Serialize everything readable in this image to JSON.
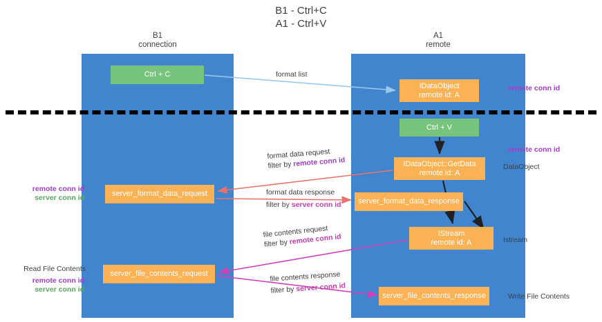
{
  "title": "B1 - Ctrl+C\nA1 - Ctrl+V",
  "columns": {
    "left": {
      "header": "B1\nconnection"
    },
    "right": {
      "header": "A1\nremote"
    }
  },
  "boxes": {
    "ctrl_c": "Ctrl + C",
    "idataobject": "IDataObject\nremote id: A",
    "ctrl_v": "Ctrl + V",
    "getdata": "IDataObject::GetData\nremote id: A",
    "server_format_data_request": "server_format_data_request",
    "server_format_data_response": "server_format_data_response",
    "istream": "IStream\nremote id: A",
    "server_file_contents_request": "server_file_contents_request",
    "server_file_contents_response": "server_file_contents_response"
  },
  "right_labels": {
    "remote_conn_id_top": "remote conn id",
    "remote_conn_id_mid": "remote conn id",
    "dataobject": "DataObject",
    "istream": "Istream",
    "write_file_contents": "Write File Contents"
  },
  "left_labels": {
    "remote_conn_id": "remote conn id",
    "server_conn_id": "server conn id",
    "read_file_contents": "Read File Contents",
    "remote_conn_id_2": "remote conn id",
    "server_conn_id_2": "server conn id"
  },
  "flows": {
    "format_list": "format list",
    "format_data_request": "format data request",
    "format_data_request_filter_prefix": "filter by ",
    "format_data_request_filter_key": "remote conn id",
    "format_data_response": "format data response",
    "format_data_response_filter_prefix": "filter by ",
    "format_data_response_filter_key": "server conn id",
    "file_contents_request": "file contents request",
    "file_contents_request_filter_prefix": "filter by ",
    "file_contents_request_filter_key": "remote conn id",
    "file_contents_response": "file contents response",
    "file_contents_response_filter_prefix": "filter by ",
    "file_contents_response_filter_key": "server conn id"
  },
  "colors": {
    "column_blue": "#4285cf",
    "box_green": "#77c47c",
    "box_orange": "#fbb254",
    "purple": "#a23fc6",
    "green_text": "#5ba85f",
    "arrow_lightblue": "#9cc7ea",
    "arrow_red": "#e8736a",
    "arrow_magenta": "#d13fb8",
    "arrow_black": "#202124",
    "divider": "#000000"
  }
}
